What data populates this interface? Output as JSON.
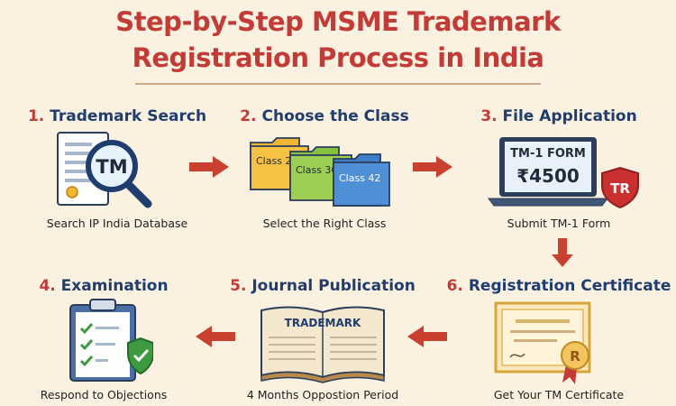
{
  "title": {
    "line1": "Step-by-Step MSME Trademark",
    "line2": "Registration Process in India"
  },
  "steps": [
    {
      "number": "1.",
      "title": "Trademark Search",
      "caption": "Search IP India Database",
      "icon": "magnifier-document-icon",
      "badge": "TM"
    },
    {
      "number": "2.",
      "title": "Choose the Class",
      "caption": "Select the Right Class",
      "icon": "folders-icon",
      "folders": [
        "Class 2",
        "Class 30",
        "Class 42"
      ]
    },
    {
      "number": "3.",
      "title": "File Application",
      "caption": "Submit TM-1 Form",
      "icon": "laptop-icon",
      "screen_title": "TM-1 FORM",
      "screen_fee": "₹4500",
      "shield_label": "TR"
    },
    {
      "number": "4.",
      "title": "Examination",
      "caption": "Respond to Objections",
      "icon": "clipboard-check-icon"
    },
    {
      "number": "5.",
      "title": "Journal Publication",
      "caption": "4 Months Oppostion Period",
      "icon": "open-book-icon",
      "book_label": "TRADEMARK"
    },
    {
      "number": "6.",
      "title": "Registration Certificate",
      "caption": "Get Your TM Certificate",
      "icon": "certificate-icon",
      "seal_label": "R"
    }
  ],
  "colors": {
    "accent": "#c23b36",
    "heading": "#1f3d6e",
    "background": "#fbf1e1"
  }
}
